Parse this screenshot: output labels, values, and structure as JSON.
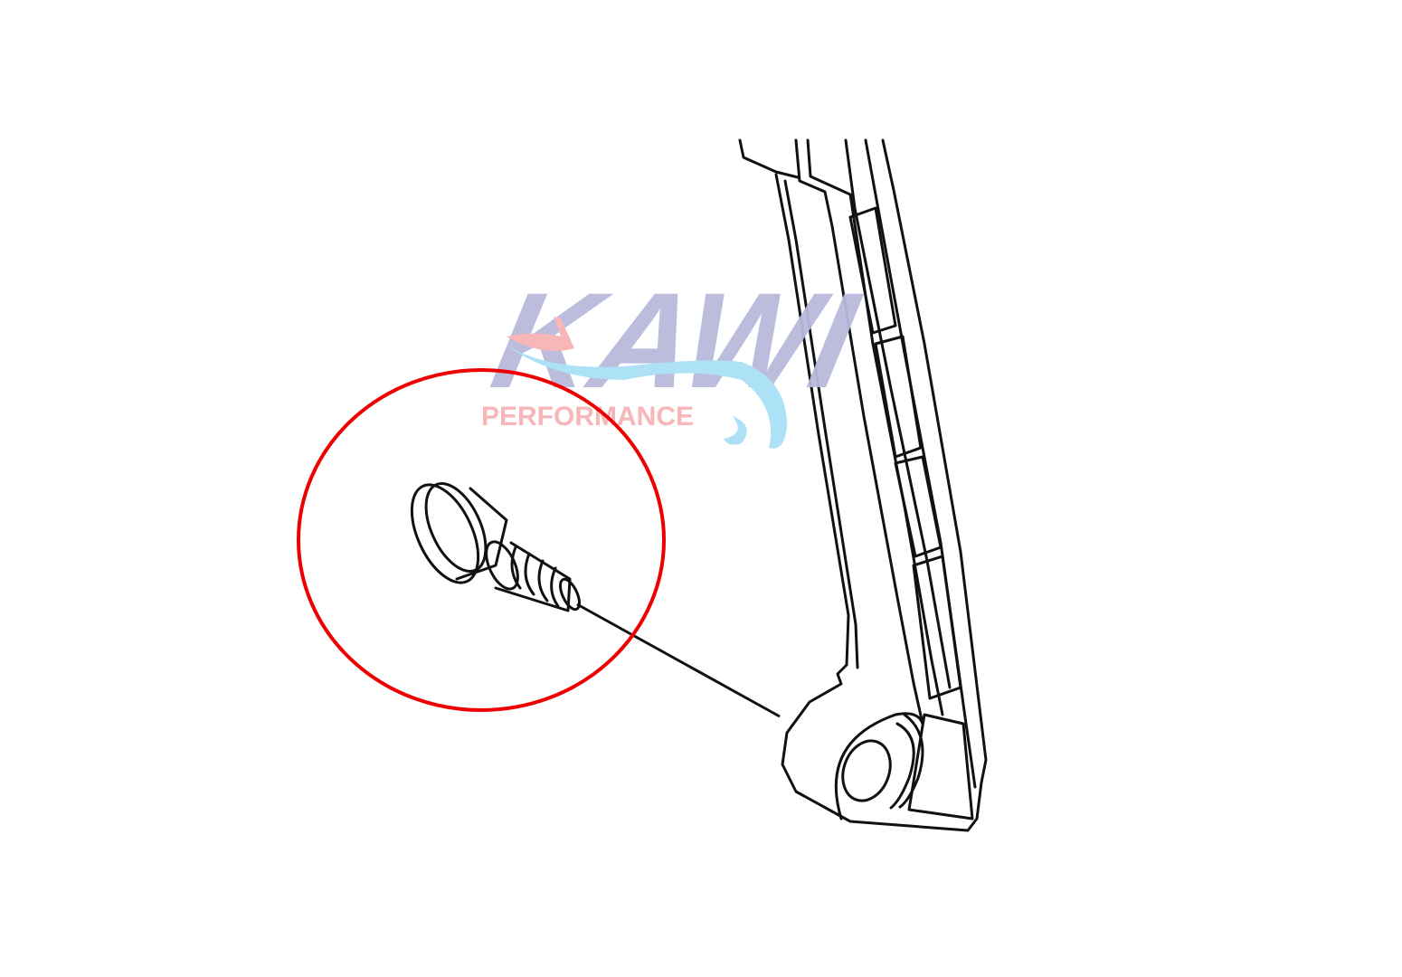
{
  "watermark": {
    "brand": "KAWI",
    "tagline": "PERFORMANCE",
    "colors": {
      "brand": "#b9b9dc",
      "tagline": "#f7b3b5",
      "wave": "#a9e0f5"
    }
  },
  "diagram": {
    "parts": [
      "bolt",
      "chain-guide"
    ],
    "highlight_color": "#ee0000"
  }
}
